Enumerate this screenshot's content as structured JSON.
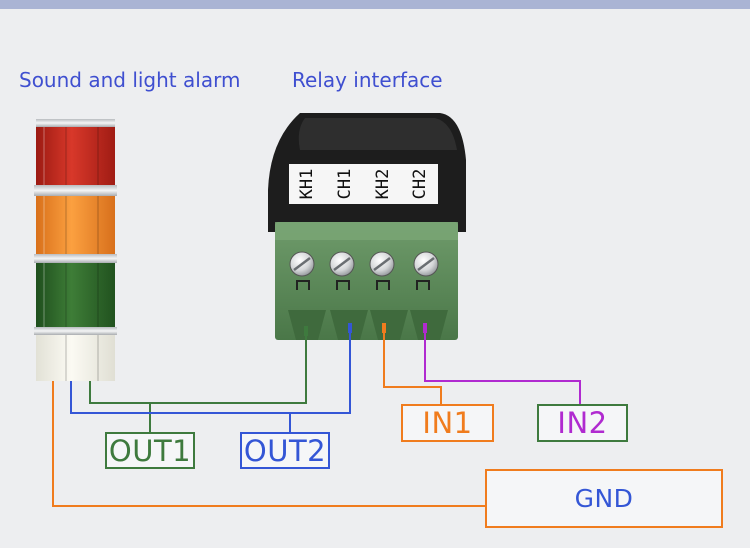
{
  "titles": {
    "alarm": "Sound and light alarm",
    "relay": "Relay interface"
  },
  "relay_terminals": [
    "KH1",
    "CH1",
    "KH2",
    "CH2"
  ],
  "boxes": {
    "out1": "OUT1",
    "out2": "OUT2",
    "in1": "IN1",
    "in2": "IN2",
    "gnd": "GND"
  },
  "colors": {
    "top_bar": "#aab4d4",
    "title_text": "#3f4fd0",
    "out1_wire": "#3e7a3e",
    "out2_wire": "#3456d6",
    "in1_wire": "#f07c1e",
    "in2_wire": "#b02ad0",
    "gnd_wire": "#f07c1e",
    "tower_red": "#c22a1e",
    "tower_orange": "#f08a20",
    "tower_green": "#2f6a2a",
    "tower_white": "#f2f1e8",
    "terminal_block": "#5f8d5c",
    "relay_body": "#1d1d1d"
  }
}
